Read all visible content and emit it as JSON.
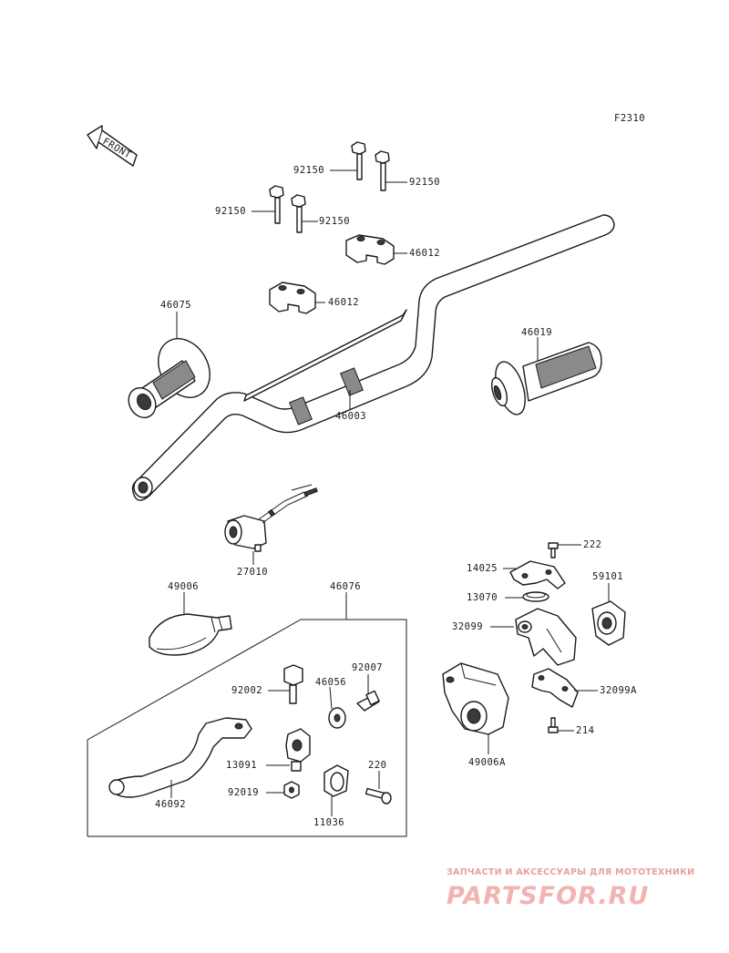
{
  "figure_code": "F2310",
  "front_label": "FRONT",
  "parts": {
    "bolt_a": "92150",
    "bolt_b": "92150",
    "bolt_c": "92150",
    "bolt_d": "92150",
    "holder_upper": "46012",
    "holder_lower": "46012",
    "grip_left": "46075",
    "grip_right": "46019",
    "handlebar": "46003",
    "switch": "27010",
    "lever_cover": "49006",
    "lever_assy": "46076",
    "bolt_lever": "92002",
    "nut": "46056",
    "adjuster": "92007",
    "bracket": "13091",
    "nut_lever": "92019",
    "clamp": "11036",
    "screw_clamp": "220",
    "lever": "46092",
    "screw_top": "222",
    "plate": "14025",
    "band": "13070",
    "throttle_case": "32099",
    "cable_guide": "59101",
    "throttle_case_cover": "32099A",
    "screw_bottom": "214",
    "throttle_cover": "49006A"
  },
  "watermark": {
    "caption": "ЗАПЧАСТИ И АКСЕССУАРЫ ДЛЯ МОТОТЕХНИКИ",
    "site": "PARTSFOR.RU"
  }
}
